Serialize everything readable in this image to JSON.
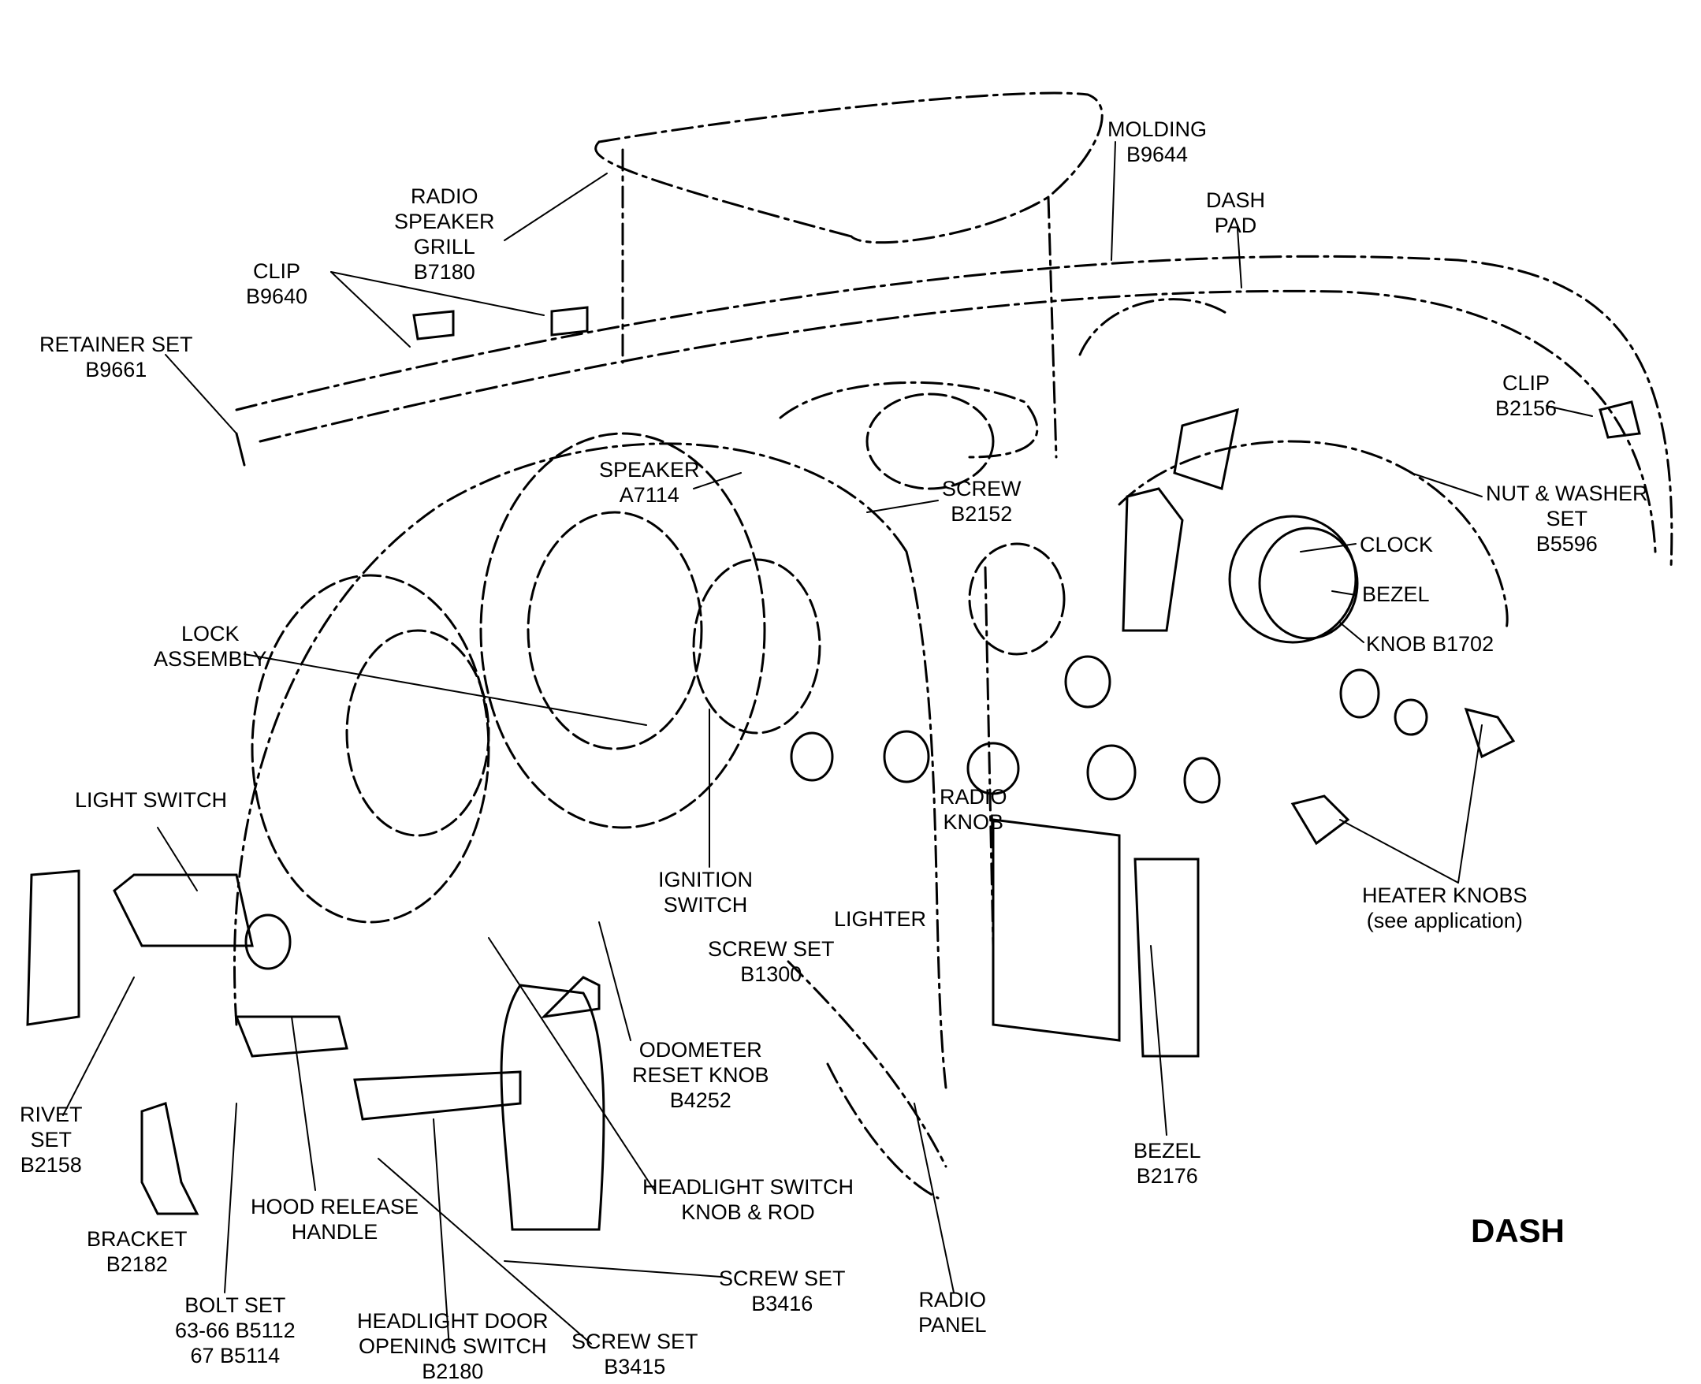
{
  "title": "DASH",
  "labels": {
    "molding": [
      "MOLDING",
      "B9644"
    ],
    "dash_pad": [
      "DASH",
      "PAD"
    ],
    "radio_speaker_grill": [
      "RADIO",
      "SPEAKER",
      "GRILL",
      "B7180"
    ],
    "clip_b9640": [
      "CLIP",
      "B9640"
    ],
    "retainer_set": [
      "RETAINER SET",
      "B9661"
    ],
    "clip_b2156": [
      "CLIP",
      "B2156"
    ],
    "nut_washer_set": [
      "NUT & WASHER",
      "SET",
      "B5596"
    ],
    "speaker": [
      "SPEAKER",
      "A7114"
    ],
    "screw_b2152": [
      "SCREW",
      "B2152"
    ],
    "clock": [
      "CLOCK"
    ],
    "bezel_clock": [
      "BEZEL"
    ],
    "knob_b1702": [
      "KNOB  B1702"
    ],
    "lock_assembly": [
      "LOCK",
      "ASSEMBLY"
    ],
    "light_switch": [
      "LIGHT SWITCH"
    ],
    "radio_knob": [
      "RADIO",
      "KNOB"
    ],
    "ignition_switch": [
      "IGNITION",
      "SWITCH"
    ],
    "lighter": [
      "LIGHTER"
    ],
    "screw_set_b1300": [
      "SCREW SET",
      "B1300"
    ],
    "heater_knobs": [
      "HEATER KNOBS",
      "(see application)"
    ],
    "odometer_reset_knob": [
      "ODOMETER",
      "RESET KNOB",
      "B4252"
    ],
    "rivet_set": [
      "RIVET",
      "SET",
      "B2158"
    ],
    "bracket": [
      "BRACKET",
      "B2182"
    ],
    "hood_release_handle": [
      "HOOD RELEASE",
      "HANDLE"
    ],
    "headlight_switch_knob_rod": [
      "HEADLIGHT SWITCH",
      "KNOB & ROD"
    ],
    "bezel_b2176": [
      "BEZEL",
      "B2176"
    ],
    "bolt_set": [
      "BOLT SET",
      "63-66  B5112",
      "67  B5114"
    ],
    "headlight_door_switch": [
      "HEADLIGHT DOOR",
      "OPENING SWITCH",
      "B2180"
    ],
    "screw_set_b3415": [
      "SCREW SET",
      "B3415"
    ],
    "screw_set_b3416": [
      "SCREW SET",
      "B3416"
    ],
    "radio_panel": [
      "RADIO",
      "PANEL"
    ]
  },
  "colors": {
    "ink": "#000000",
    "paper": "#ffffff"
  }
}
